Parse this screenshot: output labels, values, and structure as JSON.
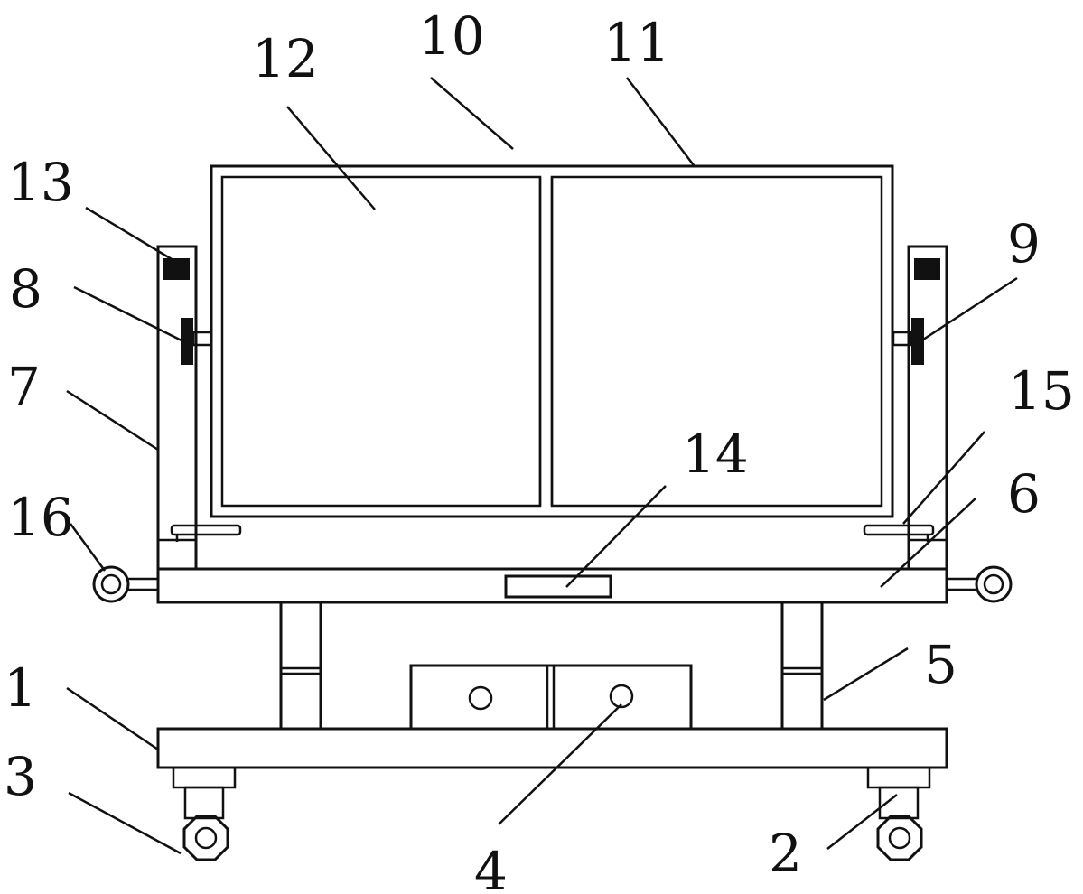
{
  "diagram": {
    "labels": [
      {
        "id": "1",
        "text": "1"
      },
      {
        "id": "2",
        "text": "2"
      },
      {
        "id": "3",
        "text": "3"
      },
      {
        "id": "4",
        "text": "4"
      },
      {
        "id": "5",
        "text": "5"
      },
      {
        "id": "6",
        "text": "6"
      },
      {
        "id": "7",
        "text": "7"
      },
      {
        "id": "8",
        "text": "8"
      },
      {
        "id": "9",
        "text": "9"
      },
      {
        "id": "10",
        "text": "10"
      },
      {
        "id": "11",
        "text": "11"
      },
      {
        "id": "12",
        "text": "12"
      },
      {
        "id": "13",
        "text": "13"
      },
      {
        "id": "14",
        "text": "14"
      },
      {
        "id": "15",
        "text": "15"
      },
      {
        "id": "16",
        "text": "16"
      }
    ]
  }
}
